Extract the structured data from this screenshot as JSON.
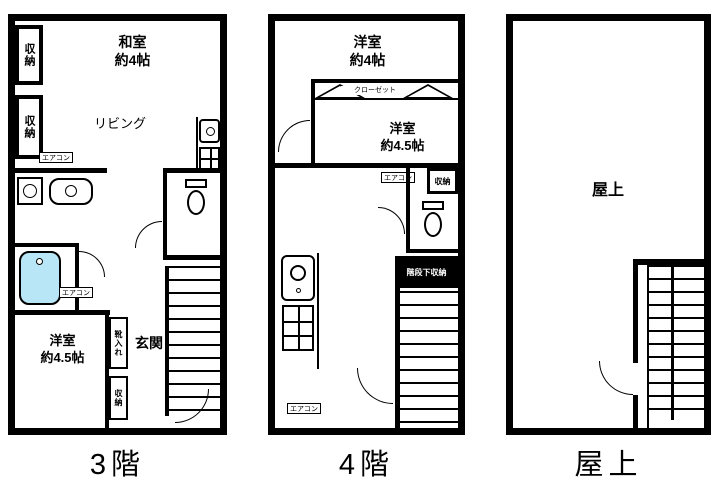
{
  "colors": {
    "wall": "#000000",
    "bathtub": "#b9e6f6",
    "background": "#ffffff"
  },
  "captions": {
    "floor3": "3階",
    "floor4": "4階",
    "roof": "屋上"
  },
  "floor3": {
    "storage_top": "収納",
    "storage_mid": "収納",
    "washitsu": "和室\n約4帖",
    "living": "リビング",
    "aircon_living": "エアコン",
    "aircon_bath": "エアコン",
    "youshitsu": "洋室\n約4.5帖",
    "shoe_cabinet": "靴入れ",
    "genkan": "玄関",
    "storage_bottom": "収納"
  },
  "floor4": {
    "room_4jo": "洋室\n約4帖",
    "closet": "クローゼット",
    "room_45jo": "洋室\n約4.5帖",
    "aircon_top": "エアコン",
    "storage": "収納",
    "under_stairs_storage": "階段下収納",
    "aircon_bottom": "エアコン"
  },
  "roof": {
    "label": "屋上"
  },
  "icons": [
    "bathtub-icon",
    "toilet-icon",
    "kitchen-sink-icon",
    "stove-icon",
    "washing-machine-icon",
    "vanity-sink-icon",
    "stairs-icon",
    "door-arc-icon",
    "closet-door-icon"
  ]
}
